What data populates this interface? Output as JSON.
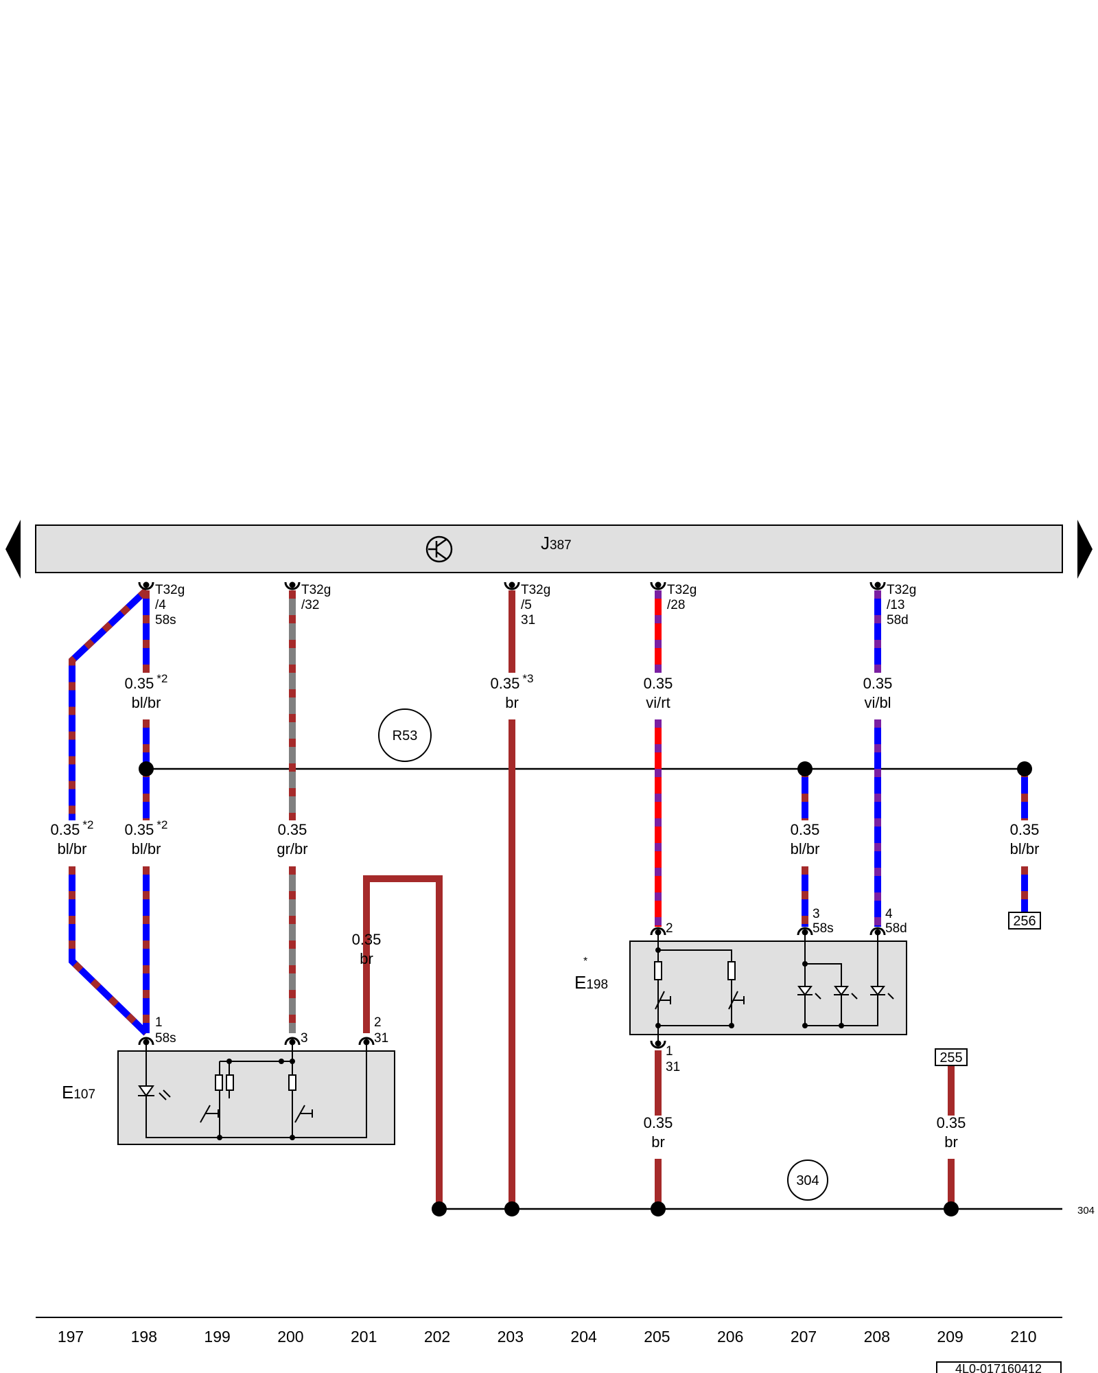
{
  "control_unit": {
    "name": "J",
    "number": "387"
  },
  "components": {
    "e107": {
      "name": "E",
      "number": "107"
    },
    "e198": {
      "name": "E",
      "number": "198",
      "mark": "*"
    }
  },
  "wires": {
    "w197": {
      "size": "0.35",
      "note": "*2",
      "color": "bl/br"
    },
    "w198_top": {
      "size": "0.35",
      "note": "*2",
      "color": "bl/br"
    },
    "w198_low": {
      "size": "0.35",
      "note": "*2",
      "color": "bl/br"
    },
    "w200": {
      "size": "0.35",
      "color": "gr/br"
    },
    "w201": {
      "size": "0.35",
      "color": "br"
    },
    "w203": {
      "size": "0.35",
      "note": "*3",
      "color": "br"
    },
    "w205_top": {
      "size": "0.35",
      "color": "vi/rt"
    },
    "w205_low": {
      "size": "0.35",
      "color": "br"
    },
    "w207": {
      "size": "0.35",
      "color": "bl/br"
    },
    "w208": {
      "size": "0.35",
      "color": "vi/bl"
    },
    "w209": {
      "size": "0.35",
      "color": "br"
    },
    "w210": {
      "size": "0.35",
      "color": "bl/br"
    }
  },
  "connectors": {
    "c198": {
      "housing": "T32g",
      "pin": "/4",
      "terminal": "58s"
    },
    "c200": {
      "housing": "T32g",
      "pin": "/32"
    },
    "c203": {
      "housing": "T32g",
      "pin": "/5",
      "terminal": "31"
    },
    "c205": {
      "housing": "T32g",
      "pin": "/28"
    },
    "c208": {
      "housing": "T32g",
      "pin": "/13",
      "terminal": "58d"
    }
  },
  "pins": {
    "e107_1": {
      "num": "1",
      "term": "58s"
    },
    "e107_3": {
      "num": "3"
    },
    "e107_2": {
      "num": "2",
      "term": "31"
    },
    "e198_2": {
      "num": "2"
    },
    "e198_3": {
      "num": "3",
      "term": "58s"
    },
    "e198_4": {
      "num": "4",
      "term": "58d"
    },
    "e198_1": {
      "num": "1",
      "term": "31"
    }
  },
  "ground_points": {
    "r53": "R53",
    "p304": "304",
    "p304_edge": "304"
  },
  "references": {
    "r256": "256",
    "r255": "255"
  },
  "columns": [
    "197",
    "198",
    "199",
    "200",
    "201",
    "202",
    "203",
    "204",
    "205",
    "206",
    "207",
    "208",
    "209",
    "210"
  ],
  "doc_code": "4L0-017160412",
  "colors": {
    "br": "#a52a2a",
    "bl": "#0000ff",
    "gr": "#808080",
    "vi": "#7b1fa2",
    "rt": "#ff0000",
    "box": "#e0e0e0"
  },
  "icons": [
    "nav-left-arrow-icon",
    "nav-right-arrow-icon",
    "transistor-icon",
    "led-icon",
    "switch-icon",
    "resistor-icon"
  ]
}
